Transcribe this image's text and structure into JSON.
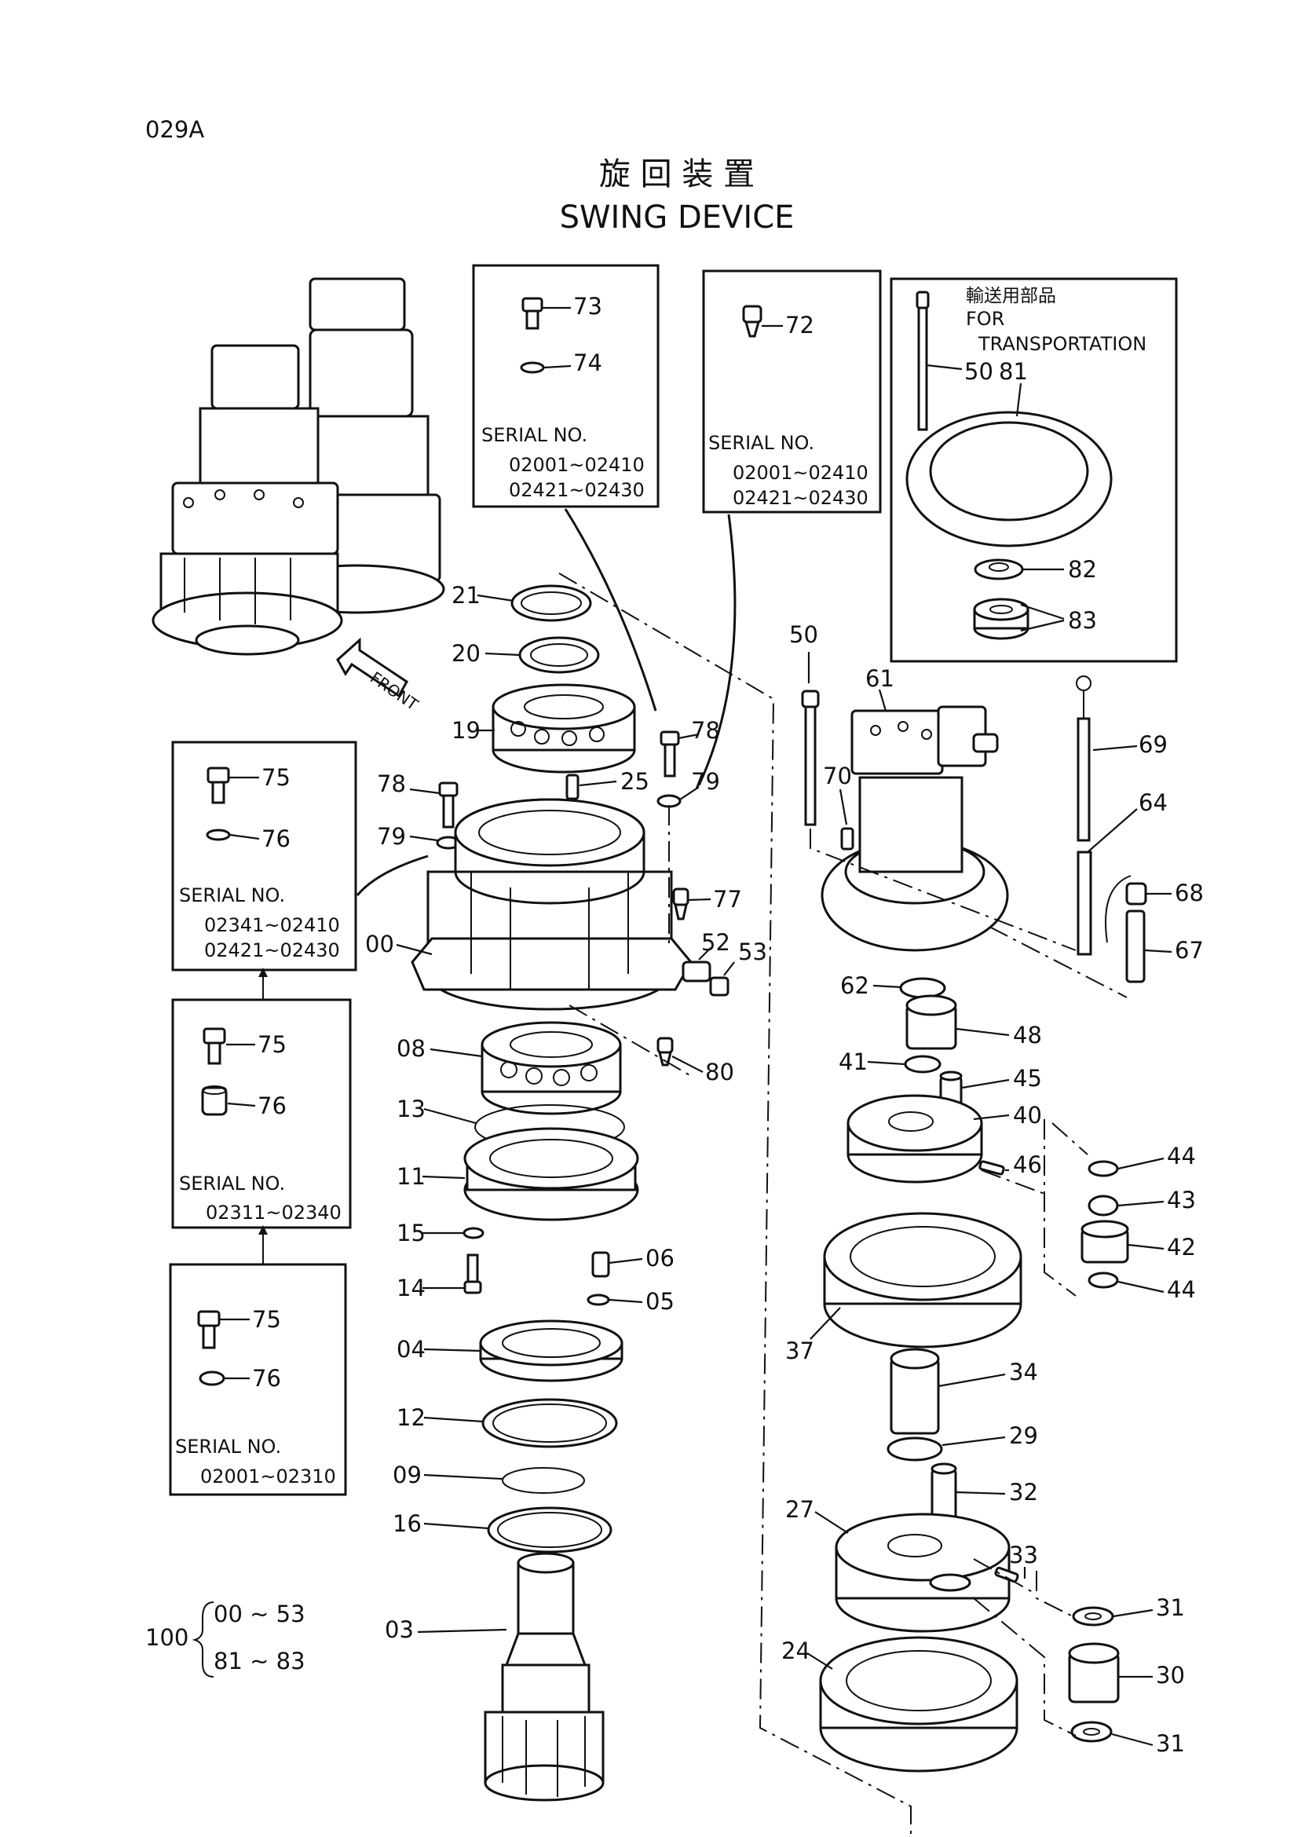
{
  "header": {
    "code": "029A",
    "title_jp": "旋 回 装 置",
    "title_en": "SWING DEVICE"
  },
  "front_label": "FRONT",
  "boxes": {
    "box_73": {
      "parts": [
        "73",
        "74"
      ],
      "serial_label": "SERIAL NO.",
      "serials": [
        "02001~02410",
        "02421~02430"
      ]
    },
    "box_72": {
      "parts": [
        "72"
      ],
      "serial_label": "SERIAL NO.",
      "serials": [
        "02001~02410",
        "02421~02430"
      ]
    },
    "transport": {
      "label_jp": "輸送用部品",
      "label_en_1": "FOR",
      "label_en_2": "TRANSPORTATION",
      "parts": [
        "50",
        "81",
        "82",
        "83"
      ]
    },
    "box_a": {
      "parts": [
        "75",
        "76"
      ],
      "serial_label": "SERIAL NO.",
      "serials": [
        "02341~02410",
        "02421~02430"
      ]
    },
    "box_b": {
      "parts": [
        "75",
        "76"
      ],
      "serial_label": "SERIAL NO.",
      "serials": [
        "02311~02340"
      ]
    },
    "box_c": {
      "parts": [
        "75",
        "76"
      ],
      "serial_label": "SERIAL NO.",
      "serials": [
        "02001~02310"
      ]
    }
  },
  "part_labels": {
    "p21": "21",
    "p20": "20",
    "p19": "19",
    "p25": "25",
    "p78a": "78",
    "p79a": "79",
    "p78b": "78",
    "p79b": "79",
    "p77": "77",
    "p00": "00",
    "p52": "52",
    "p53": "53",
    "p08": "08",
    "p80": "80",
    "p13": "13",
    "p11": "11",
    "p15": "15",
    "p14": "14",
    "p06": "06",
    "p05": "05",
    "p04": "04",
    "p12": "12",
    "p09": "09",
    "p16": "16",
    "p03": "03",
    "p50": "50",
    "p61": "61",
    "p70": "70",
    "p69": "69",
    "p64": "64",
    "p68": "68",
    "p67": "67",
    "p62": "62",
    "p48": "48",
    "p41": "41",
    "p45": "45",
    "p40": "40",
    "p46": "46",
    "p44a": "44",
    "p43": "43",
    "p42": "42",
    "p44b": "44",
    "p37": "37",
    "p34": "34",
    "p29": "29",
    "p32": "32",
    "p27": "27",
    "p33": "33",
    "p31a": "31",
    "p30": "30",
    "p24": "24",
    "p31b": "31"
  },
  "assembly": {
    "number": "100",
    "range_1": "00 ~ 53",
    "range_2": "81 ~ 83"
  }
}
